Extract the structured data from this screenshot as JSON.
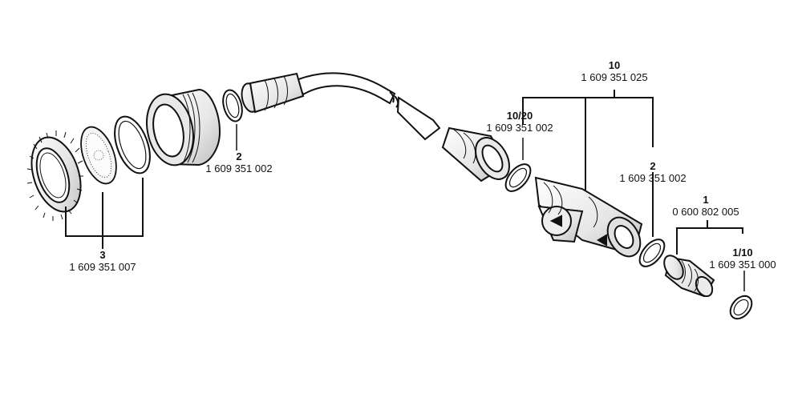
{
  "callouts": [
    {
      "num": "3",
      "part": "1 609 351 007"
    },
    {
      "num": "2",
      "part": "1 609 351 002"
    },
    {
      "num": "10",
      "part": "1 609 351 025"
    },
    {
      "num": "10/20",
      "part": "1 609 351 002"
    },
    {
      "num": "2",
      "part": "1 609 351 002"
    },
    {
      "num": "1",
      "part": "0 600 802 005"
    },
    {
      "num": "1/10",
      "part": "1 609 351 000"
    }
  ],
  "colors": {
    "line": "#111111",
    "fill": "#ffffff",
    "shade": "#d9d9d9"
  }
}
